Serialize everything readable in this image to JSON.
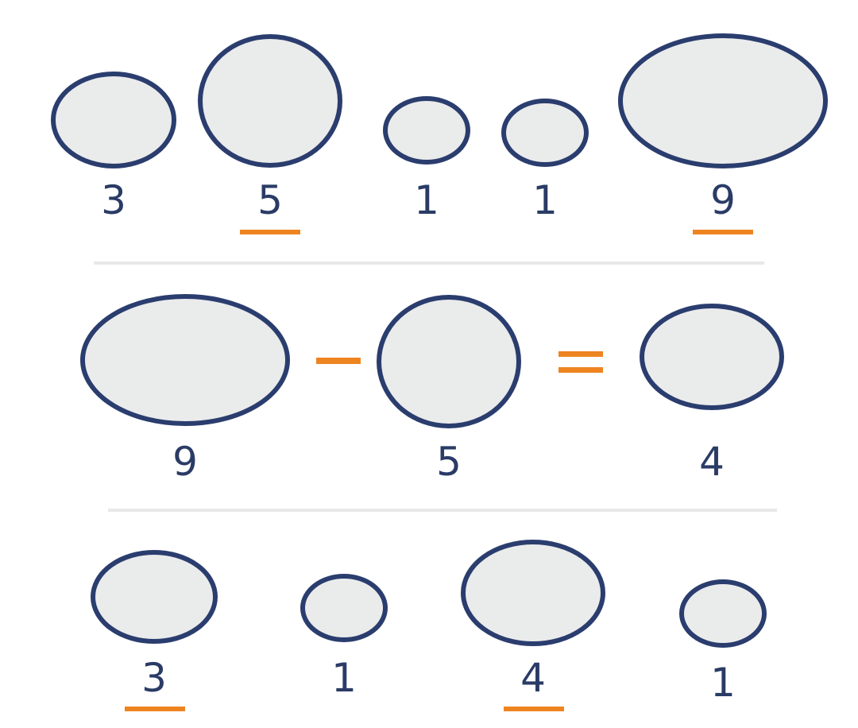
{
  "colors": {
    "outline": "#2a3d6e",
    "fill": "#eaebeb",
    "accent": "#ee8420",
    "divider": "#e8e8e8",
    "number": "#2a3b66"
  },
  "rows": [
    {
      "name": "top-row",
      "items": [
        {
          "value": "3",
          "underlined": false
        },
        {
          "value": "5",
          "underlined": true
        },
        {
          "value": "1",
          "underlined": false
        },
        {
          "value": "1",
          "underlined": false
        },
        {
          "value": "9",
          "underlined": true
        }
      ]
    },
    {
      "name": "equation-row",
      "items": [
        {
          "value": "9",
          "underlined": false
        },
        {
          "value": "5",
          "underlined": false
        },
        {
          "value": "4",
          "underlined": false
        }
      ],
      "operators": [
        "minus-sign",
        "equals-sign"
      ]
    },
    {
      "name": "bottom-row",
      "items": [
        {
          "value": "3",
          "underlined": true
        },
        {
          "value": "1",
          "underlined": false
        },
        {
          "value": "4",
          "underlined": true
        },
        {
          "value": "1",
          "underlined": false
        }
      ]
    }
  ]
}
